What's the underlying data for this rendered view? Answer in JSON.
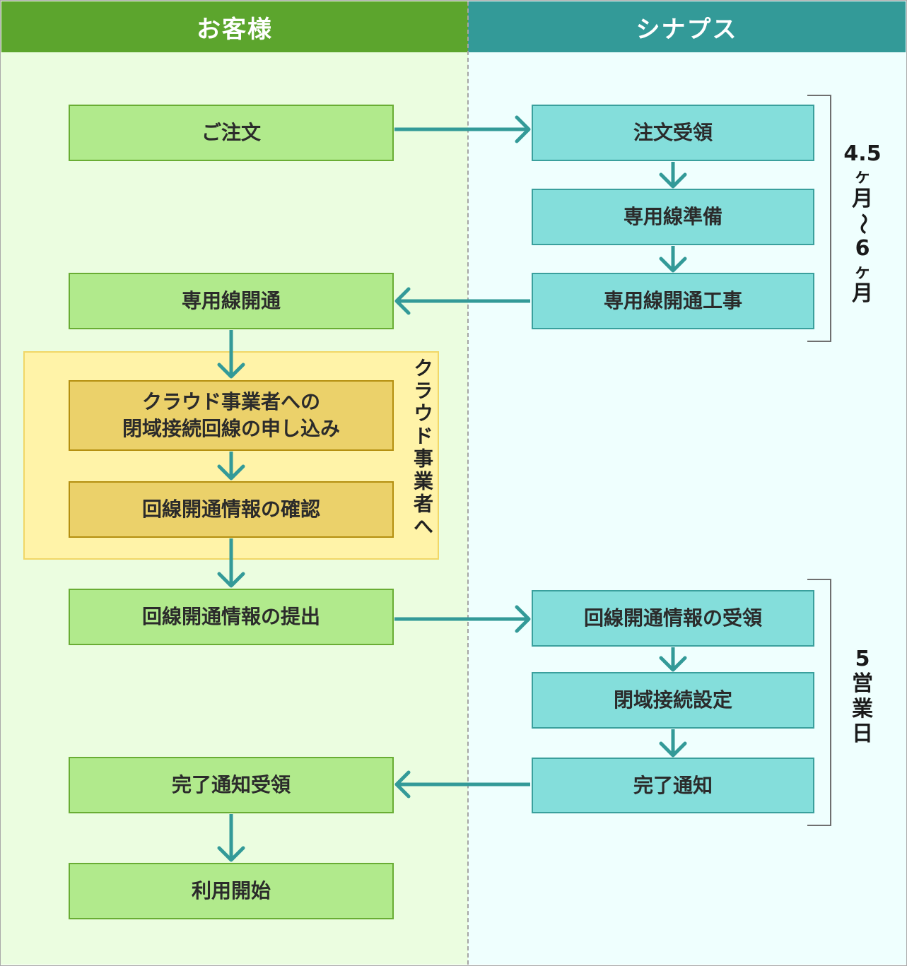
{
  "lanes": {
    "customer": {
      "title": "お客様",
      "color": "#5ca52d"
    },
    "synapse": {
      "title": "シナプス",
      "color": "#339a98"
    }
  },
  "customer_steps": [
    {
      "label": "ご注文"
    },
    {
      "label": "専用線開通"
    },
    {
      "label": "回線開通情報の提出"
    },
    {
      "label": "完了通知受領"
    },
    {
      "label": "利用開始"
    }
  ],
  "cloud_group": {
    "label": "クラウド事業者へ",
    "steps": [
      {
        "line1": "クラウド事業者への",
        "line2": "閉域接続回線の申し込み"
      },
      {
        "label": "回線開通情報の確認"
      }
    ]
  },
  "synapse_steps": [
    {
      "label": "注文受領"
    },
    {
      "label": "専用線準備"
    },
    {
      "label": "専用線開通工事"
    },
    {
      "label": "回線開通情報の受領"
    },
    {
      "label": "閉域接続設定"
    },
    {
      "label": "完了通知"
    }
  ],
  "durations": {
    "first": {
      "chars": [
        "4.5",
        "ヶ",
        "月",
        "～",
        "6",
        "ヶ",
        "月"
      ],
      "text": "4.5ヶ月～6ヶ月"
    },
    "second": {
      "chars": [
        "5",
        "営",
        "業",
        "日"
      ],
      "text": "5営業日"
    }
  },
  "colors": {
    "arrow": "#339a98",
    "customer_box": "#b1ea8c",
    "synapse_box": "#84dedb",
    "cloud_box": "#ebd16a",
    "cloud_group_bg": "#fff3a8"
  }
}
